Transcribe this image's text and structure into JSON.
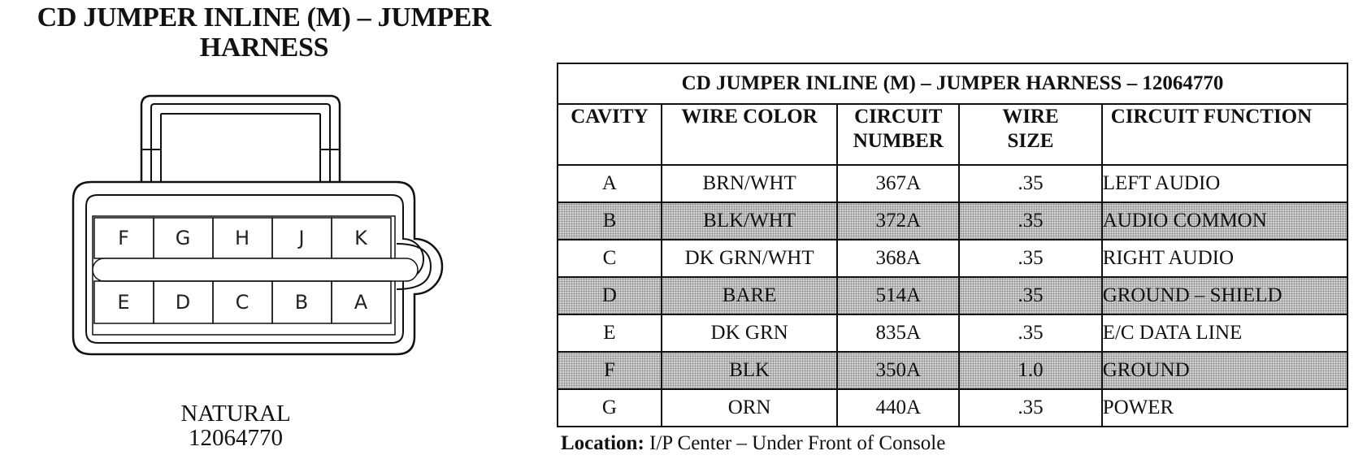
{
  "header": {
    "title_line1": "CD JUMPER INLINE (M) – JUMPER",
    "title_line2": "HARNESS"
  },
  "connector": {
    "top_row": [
      "F",
      "G",
      "H",
      "J",
      "K"
    ],
    "bottom_row": [
      "E",
      "D",
      "C",
      "B",
      "A"
    ],
    "color_label": "NATURAL",
    "part_number": "12064770"
  },
  "table": {
    "title": "CD JUMPER INLINE (M) – JUMPER HARNESS  – 12064770",
    "columns": [
      {
        "line1": "CAVITY",
        "line2": ""
      },
      {
        "line1": "WIRE COLOR",
        "line2": ""
      },
      {
        "line1": "CIRCUIT",
        "line2": "NUMBER"
      },
      {
        "line1": "WIRE",
        "line2": "SIZE"
      },
      {
        "line1": "CIRCUIT FUNCTION",
        "line2": ""
      }
    ],
    "rows": [
      {
        "cavity": "A",
        "wire_color": "BRN/WHT",
        "circuit_number": "367A",
        "wire_size": ".35",
        "function": "LEFT AUDIO"
      },
      {
        "cavity": "B",
        "wire_color": "BLK/WHT",
        "circuit_number": "372A",
        "wire_size": ".35",
        "function": "AUDIO COMMON"
      },
      {
        "cavity": "C",
        "wire_color": "DK GRN/WHT",
        "circuit_number": "368A",
        "wire_size": ".35",
        "function": "RIGHT AUDIO"
      },
      {
        "cavity": "D",
        "wire_color": "BARE",
        "circuit_number": "514A",
        "wire_size": ".35",
        "function": "GROUND – SHIELD"
      },
      {
        "cavity": "E",
        "wire_color": "DK GRN",
        "circuit_number": "835A",
        "wire_size": ".35",
        "function": "E/C DATA LINE"
      },
      {
        "cavity": "F",
        "wire_color": "BLK",
        "circuit_number": "350A",
        "wire_size": "1.0",
        "function": "GROUND"
      },
      {
        "cavity": "G",
        "wire_color": "ORN",
        "circuit_number": "440A",
        "wire_size": ".35",
        "function": "POWER"
      }
    ]
  },
  "location": {
    "label": "Location:",
    "value": "I/P Center – Under Front of Console"
  }
}
